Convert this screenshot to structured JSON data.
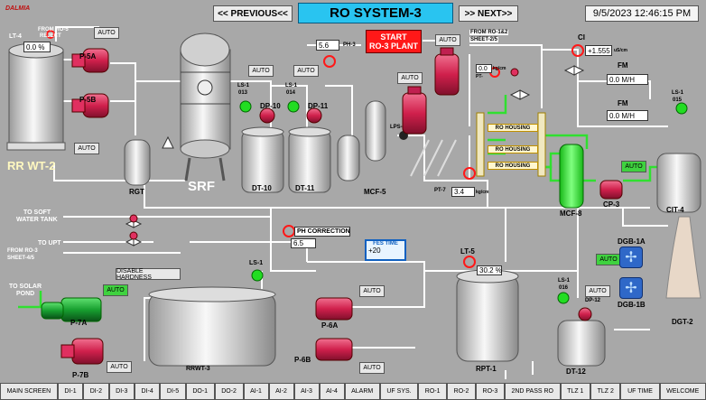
{
  "header": {
    "prev": "<< PREVIOUS<<",
    "title": "RO SYSTEM-3",
    "next": ">> NEXT>>",
    "datetime": "9/5/2023 12:46:15 PM",
    "logo": "DALMIA"
  },
  "start": {
    "l1": "START",
    "l2": "RO-3 PLANT"
  },
  "auto": "AUTO",
  "labels": {
    "lt4": "LT-4",
    "lt4_val": "0.0 %",
    "from_ro5": "FROM RO-5",
    "reject": "REJECT",
    "p5a": "P-5A",
    "p5b": "P-5B",
    "rrwt2": "RR WT-2",
    "rgt": "RGT",
    "srf": "SRF",
    "ph3_val": "5.6",
    "ph3": "PH-3",
    "ls1_013": "LS-1",
    "ls1_013b": "013",
    "ls1_014": "LS-1",
    "ls1_014b": "014",
    "dp10": "DP-10",
    "dp11": "DP-11",
    "dt10": "DT-10",
    "dt11": "DT-11",
    "mcf5": "MCF-5",
    "lps": "LPS-",
    "from_ro12": "FROM RO-1&2",
    "sheet25": "SHEET-2/5",
    "ci": "CI",
    "ci_val": "+1.555",
    "ci_unit": "uS/cm",
    "fm1": "FM",
    "fm1_val": "0.0 M/H",
    "fm2": "FM",
    "fm2_val": "0.0 M/H",
    "pt_top_val": "0.0",
    "pt_top_unit": "kg/cm",
    "pt_top_lbl": "PT-",
    "ls1_015": "LS-1",
    "ls1_015b": "015",
    "ro_housing": "RO HOUSING",
    "mcf8": "MCF-8",
    "cp3": "CP-3",
    "cit4": "CIT-4",
    "pt7": "PT-7",
    "pt7_val": "3.4",
    "pt7_unit": "kg/cm",
    "to_soft": "TO SOFT",
    "water_tank": "WATER TANK",
    "to_upt": "TO UPT",
    "from_ro3": "FROM RO-3",
    "sheet45": "SHEET-4/5",
    "ph_corr": "PH CORRECTION",
    "ph_corr_val": "6.5",
    "fes_time": "FES TIME",
    "fes_val": "+20",
    "disable_hardness": "DISABLE HARDNESS",
    "to_solar": "TO SOLAR",
    "pond": "POND",
    "p7a": "P-7A",
    "p7b": "P-7B",
    "ls1": "LS-1",
    "rrwt3": "RRWT-3",
    "p6a": "P-6A",
    "p6b": "P-6B",
    "lt5": "LT-5",
    "lt5_val": "30.2 %",
    "rpt1": "RPT-1",
    "ls1_016": "LS-1",
    "ls1_016b": "016",
    "dp12": "DP-12",
    "dt12": "DT-12",
    "dgb1a": "DGB-1A",
    "dgb1b": "DGB-1B",
    "dgt2": "DGT-2"
  },
  "footer": [
    "MAIN SCREEN",
    "DI-1",
    "DI-2",
    "DI-3",
    "DI-4",
    "DI-5",
    "DO-1",
    "DO-2",
    "AI-1",
    "AI-2",
    "AI-3",
    "AI-4",
    "ALARM",
    "UF SYS.",
    "RO-1",
    "RO-2",
    "RO-3",
    "2ND PASS RO",
    "TLZ 1",
    "TLZ 2",
    "UF TIME",
    "WELCOME"
  ],
  "colors": {
    "bg": "#a8a8a8",
    "title": "#29c4f0",
    "pump": "#e03060",
    "motor": "#20b040",
    "indicator": "#22dd22",
    "alarm": "#ff1818"
  }
}
